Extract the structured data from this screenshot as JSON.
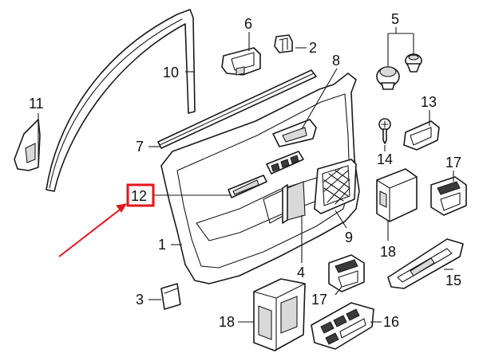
{
  "callouts": [
    {
      "id": "1",
      "text": "1"
    },
    {
      "id": "2",
      "text": "2"
    },
    {
      "id": "3",
      "text": "3"
    },
    {
      "id": "4",
      "text": "4"
    },
    {
      "id": "5",
      "text": "5"
    },
    {
      "id": "6",
      "text": "6"
    },
    {
      "id": "7",
      "text": "7"
    },
    {
      "id": "8",
      "text": "8"
    },
    {
      "id": "9",
      "text": "9"
    },
    {
      "id": "10",
      "text": "10"
    },
    {
      "id": "11",
      "text": "11"
    },
    {
      "id": "12",
      "text": "12"
    },
    {
      "id": "13",
      "text": "13"
    },
    {
      "id": "14",
      "text": "14"
    },
    {
      "id": "15",
      "text": "15"
    },
    {
      "id": "16",
      "text": "16"
    },
    {
      "id": "17a",
      "text": "17"
    },
    {
      "id": "17b",
      "text": "17"
    },
    {
      "id": "18a",
      "text": "18"
    },
    {
      "id": "18b",
      "text": "18"
    }
  ],
  "highlight": {
    "callout": "12",
    "color": "#e3161b"
  },
  "colors": {
    "line": "#1a1a1a",
    "highlight": "#e3161b",
    "background": "#ffffff"
  }
}
